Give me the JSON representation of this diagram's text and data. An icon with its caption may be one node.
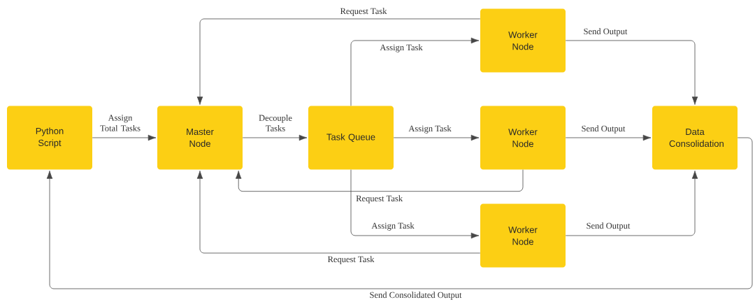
{
  "diagram": {
    "nodes": [
      {
        "text": [
          "Python Script"
        ]
      },
      {
        "text": [
          "Master Node"
        ]
      },
      {
        "text": [
          "Task Queue"
        ]
      },
      {
        "text": [
          "Worker Node"
        ]
      },
      {
        "text": [
          "Worker Node"
        ]
      },
      {
        "text": [
          "Worker Node"
        ]
      },
      {
        "text": [
          "Data Consolidation"
        ]
      }
    ],
    "edges": [
      {
        "from": 0,
        "to": 1,
        "arrow": "to",
        "label": "Assign Total Tasks"
      },
      {
        "from": 1,
        "to": 2,
        "arrow": "to",
        "label": "Decouple Tasks"
      },
      {
        "from": 2,
        "to": 3,
        "arrow": "to",
        "label": "Assign Task"
      },
      {
        "from": 2,
        "to": 4,
        "arrow": "to",
        "label": "Assign Task"
      },
      {
        "from": 2,
        "to": 5,
        "arrow": "to",
        "label": "Assign Task"
      },
      {
        "from": 3,
        "to": 1,
        "arrow": "to",
        "label": "Request Task"
      },
      {
        "from": 4,
        "to": 1,
        "arrow": "to",
        "label": "Request Task"
      },
      {
        "from": 5,
        "to": 1,
        "arrow": "to",
        "label": "Request Task"
      },
      {
        "from": 3,
        "to": 6,
        "arrow": "to",
        "label": "Send Output"
      },
      {
        "from": 4,
        "to": 6,
        "arrow": "to",
        "label": "Send Output"
      },
      {
        "from": 5,
        "to": 6,
        "arrow": "to",
        "label": "Send Output"
      },
      {
        "from": 6,
        "to": 0,
        "arrow": "to",
        "label": "Send Consolidated Output"
      }
    ]
  }
}
